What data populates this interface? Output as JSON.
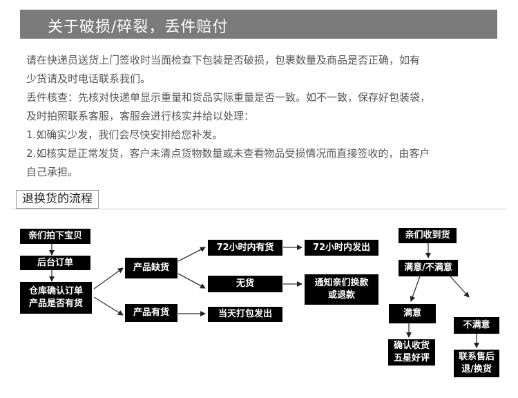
{
  "header": {
    "title": "关于破损/碎裂，丢件赔付"
  },
  "notice": {
    "lines": [
      "请在快递员送货上门签收时当面检查下包装是否破损，包裹数量及商品是否正确，如有",
      "少货请及时电话联系我们。",
      "丢件核查：先核对快递单显示重量和货品实际重量是否一致。如不一致，保存好包装袋，",
      "及时拍照联系客服，客服会进行核实并给以处理：",
      "1.如确实少发，我们会尽快安排给您补发。",
      "2.如核实是正常发货，客户未清点货物数量或未查看物品受损情况而直接签收的，由客户",
      "自己承担。"
    ]
  },
  "flow": {
    "label": "退换货的流程",
    "left_chain": [
      "亲们拍下宝贝",
      "后台订单",
      "仓库确认订单",
      "产品是否有货"
    ],
    "out_of_stock": "产品缺货",
    "in_stock": "产品有货",
    "restock_72h": "72小时内有货",
    "ship_72h": "72小时内发出",
    "no_stock": "无货",
    "notify": [
      "通知亲们换款",
      "或退款"
    ],
    "ship_today": "当天打包发出",
    "received": "亲们收到货",
    "satisfaction": "满意/不满意",
    "satisfied": "满意",
    "unsatisfied": "不满意",
    "confirm": [
      "确认收货",
      "五星好评"
    ],
    "contact": [
      "联系售后",
      "退/换货"
    ]
  }
}
